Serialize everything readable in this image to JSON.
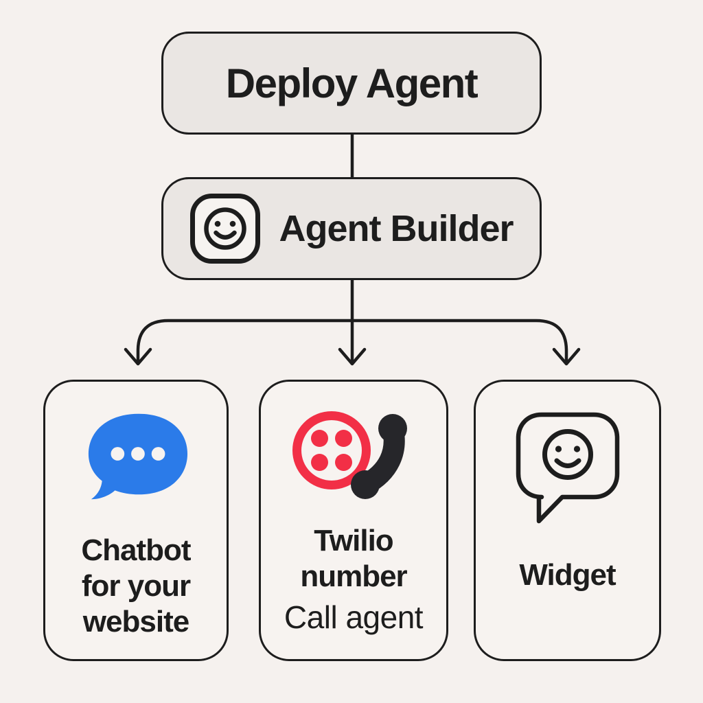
{
  "diagram": {
    "root_node": {
      "label": "Deploy Agent"
    },
    "builder_node": {
      "label": "Agent Builder",
      "icon": "smiley-face-squircle"
    },
    "options": [
      {
        "id": "chatbot",
        "icon": "chat-bubble",
        "title": "Chatbot for your website"
      },
      {
        "id": "twilio",
        "icon": "twilio-phone",
        "title": "Twilio number",
        "subtitle": "Call agent"
      },
      {
        "id": "widget",
        "icon": "smiley-speech-bubble",
        "title": "Widget"
      }
    ],
    "colors": {
      "background": "#f5f1ee",
      "node_fill": "#eae6e3",
      "card_fill": "#f7f3f0",
      "ink": "#1d1d1d",
      "chat_blue": "#2b7be9",
      "twilio_red": "#f22f46",
      "phone_black": "#26262a"
    }
  }
}
